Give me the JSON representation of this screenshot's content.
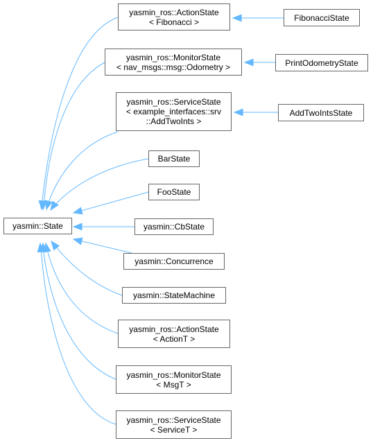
{
  "diagram": {
    "edge_color": "#63b8ff",
    "node_border": "#666666",
    "base": {
      "label": "yasmin::State"
    },
    "derived": [
      {
        "lines": [
          "yasmin_ros::ActionState",
          "< Fibonacci >"
        ]
      },
      {
        "lines": [
          "yasmin_ros::MonitorState",
          "< nav_msgs::msg::Odometry >"
        ]
      },
      {
        "lines": [
          "yasmin_ros::ServiceState",
          "< example_interfaces::srv",
          "::AddTwoInts >"
        ]
      },
      {
        "lines": [
          "BarState"
        ]
      },
      {
        "lines": [
          "FooState"
        ]
      },
      {
        "lines": [
          "yasmin::CbState"
        ]
      },
      {
        "lines": [
          "yasmin::Concurrence"
        ]
      },
      {
        "lines": [
          "yasmin::StateMachine"
        ]
      },
      {
        "lines": [
          "yasmin_ros::ActionState",
          "< ActionT >"
        ]
      },
      {
        "lines": [
          "yasmin_ros::MonitorState",
          "< MsgT >"
        ]
      },
      {
        "lines": [
          "yasmin_ros::ServiceState",
          "< ServiceT >"
        ]
      }
    ],
    "grandchildren": [
      {
        "label": "FibonacciState"
      },
      {
        "label": "PrintOdometryState"
      },
      {
        "label": "AddTwoIntsState"
      }
    ]
  }
}
